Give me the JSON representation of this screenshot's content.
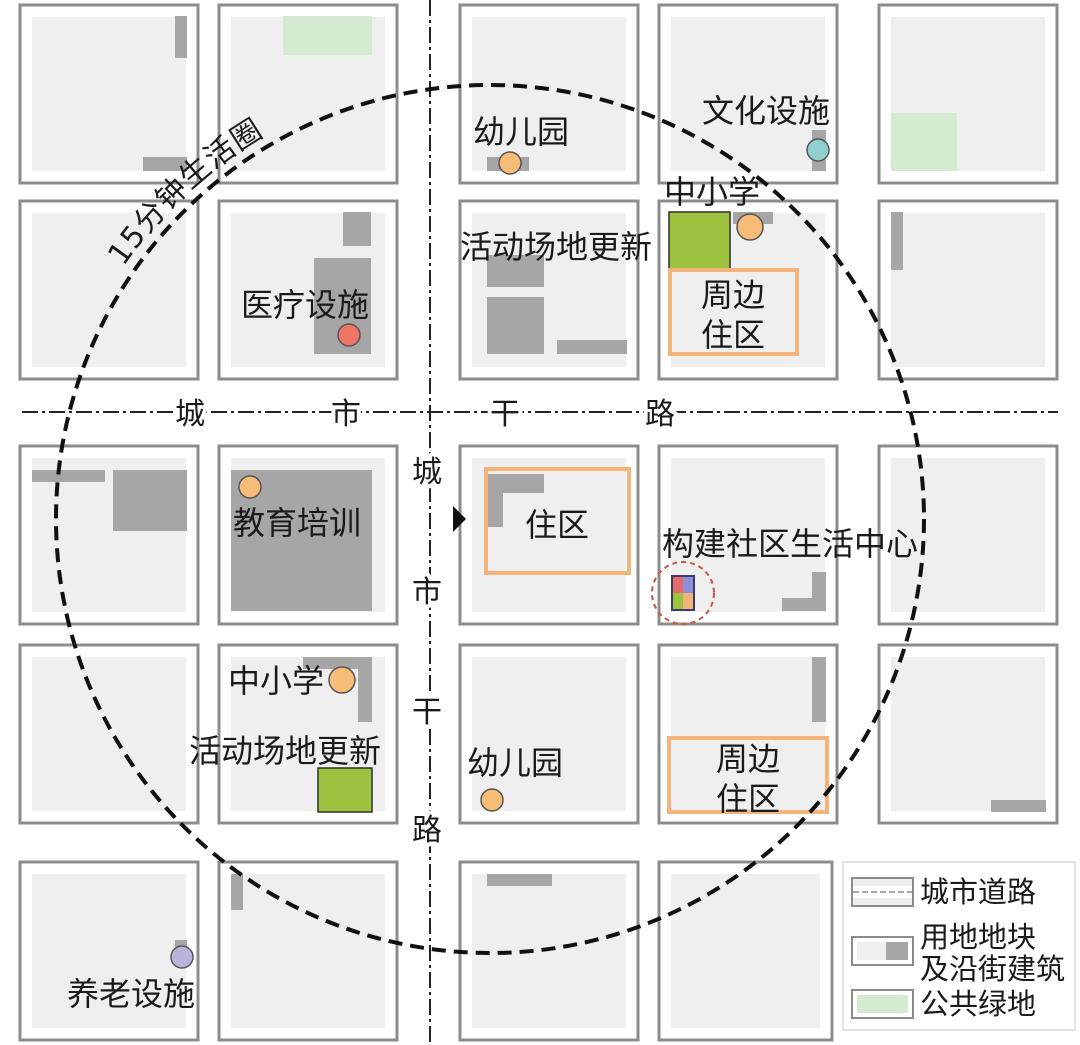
{
  "circle_label": "15分钟生活圈",
  "roads": {
    "horizontal_label": [
      "城",
      "市",
      "干",
      "路"
    ],
    "vertical_label": [
      "城",
      "市",
      "干",
      "路"
    ]
  },
  "facilities": {
    "kindergarten_north": "幼儿园",
    "culture": "文化设施",
    "school_north": "中小学",
    "activity_north": "活动场地更新",
    "medical": "医疗设施",
    "education": "教育培训",
    "school_south": "中小学",
    "activity_south": "活动场地更新",
    "kindergarten_south": "幼儿园",
    "elderly": "养老设施"
  },
  "residential": {
    "surrounding_north": [
      "周边",
      "住区"
    ],
    "core": "住区",
    "surrounding_south": [
      "周边",
      "住区"
    ]
  },
  "community_center": "构建社区生活中心",
  "legend": {
    "road": "城市道路",
    "plot": [
      "用地地块",
      "及沿街建筑"
    ],
    "green": "公共绿地"
  },
  "colors": {
    "road_line": "#222222",
    "life_circle": "#111111",
    "block_border": "#8c8c8c",
    "block_fill": "#efefef",
    "building": "#a6a6a6",
    "public_green": "#d5ebd1",
    "activity_space": "#9cc23f",
    "residential_outline": "#f3b47b",
    "education_point": "#f6bc78",
    "culture_point": "#8fd0cf",
    "medical_point": "#ef7567",
    "elderly_point": "#bab4dd",
    "center_ring": "#c9553f",
    "center_q1": "#e86b6b",
    "center_q2": "#8d8fd8",
    "center_q3": "#9cc23f",
    "center_q4": "#f3b47b",
    "center_outline": "#3a3d6b"
  }
}
